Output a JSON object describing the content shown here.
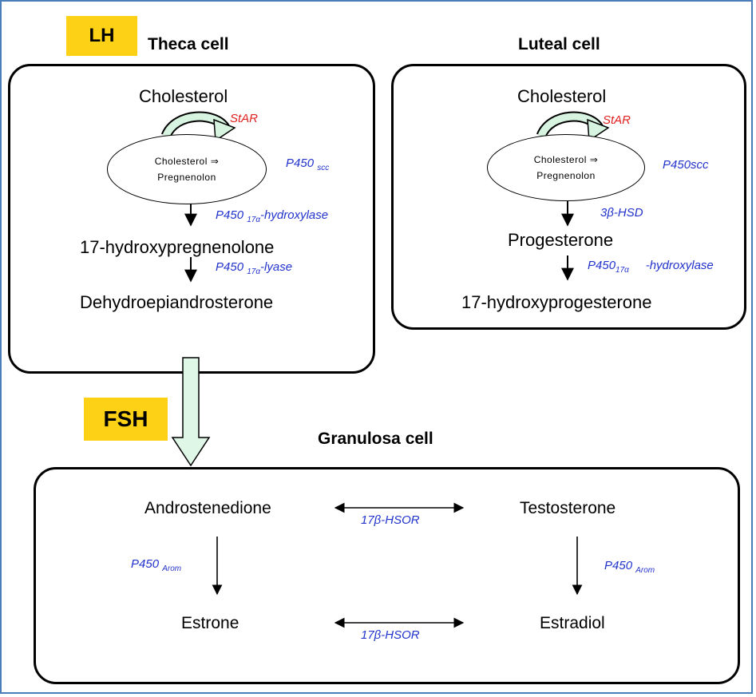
{
  "hormones": {
    "lh": "LH",
    "fsh": "FSH"
  },
  "theca": {
    "title": "Theca cell",
    "cholesterol": "Cholesterol",
    "star": "StAR",
    "ellipse_line1": "Cholesterol ⇒",
    "ellipse_line2": "Pregnenolon",
    "p450scc": "P450",
    "p450scc_sub": "scc",
    "hydroxylase": "P450",
    "hydroxylase_sub": "17α",
    "hydroxylase_suffix": "-hydroxylase",
    "intermediate": "17-hydroxypregnenolone",
    "lyase": "P450",
    "lyase_sub": "17α",
    "lyase_suffix": "-lyase",
    "product": "Dehydroepiandrosterone"
  },
  "luteal": {
    "title": "Luteal cell",
    "cholesterol": "Cholesterol",
    "star": "StAR",
    "ellipse_line1": "Cholesterol ⇒",
    "ellipse_line2": "Pregnenolon",
    "p450scc": "P450scc",
    "hsd": "3β-HSD",
    "intermediate": "Progesterone",
    "hydroxylase": "P450",
    "hydroxylase_sub": "17α",
    "hydroxylase_suffix": "-hydroxylase",
    "product": "17-hydroxyprogesterone"
  },
  "granulosa": {
    "title": "Granulosa cell",
    "androstenedione": "Androstenedione",
    "testosterone": "Testosterone",
    "estrone": "Estrone",
    "estradiol": "Estradiol",
    "hsor_top": "17β-HSOR",
    "hsor_bottom": "17β-HSOR",
    "arom_left": "P450",
    "arom_left_sub": "Arom",
    "arom_right": "P450",
    "arom_right_sub": "Arom"
  },
  "colors": {
    "hormone_bg": "#fcd116",
    "enzyme": "#2233cc",
    "star": "#e02020",
    "transfer_arrow_fill": "#dff7e6",
    "border": "#4a7ebb"
  }
}
